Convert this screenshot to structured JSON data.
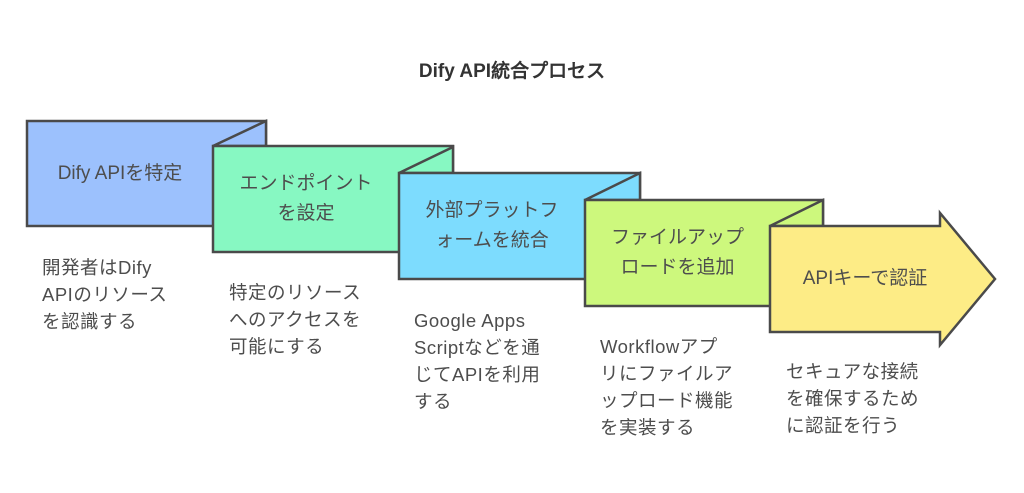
{
  "title": "Dify API統合プロセス",
  "steps": [
    {
      "label": "Dify APIを特定",
      "color": "#9cc1fd",
      "description": "開発者はDify\nAPIのリソース\nを認識する"
    },
    {
      "label": "エンドポイント\nを設定",
      "color": "#87f8c2",
      "description": "特定のリソース\nへのアクセスを\n可能にする"
    },
    {
      "label": "外部プラットフ\nォームを統合",
      "color": "#7ddcfe",
      "description": "Google Apps\nScriptなどを通\nじてAPIを利用\nする"
    },
    {
      "label": "ファイルアップ\nロードを追加",
      "color": "#cdf87d",
      "description": "Workflowアプ\nリにファイルア\nップロード機能\nを実装する"
    },
    {
      "label": "APIキーで認証",
      "color": "#fdec86",
      "description": "セキュアな接続\nを確保するため\nに認証を行う"
    }
  ],
  "colors": {
    "stroke": "#4a4a4a",
    "text": "#4d4d4d"
  }
}
